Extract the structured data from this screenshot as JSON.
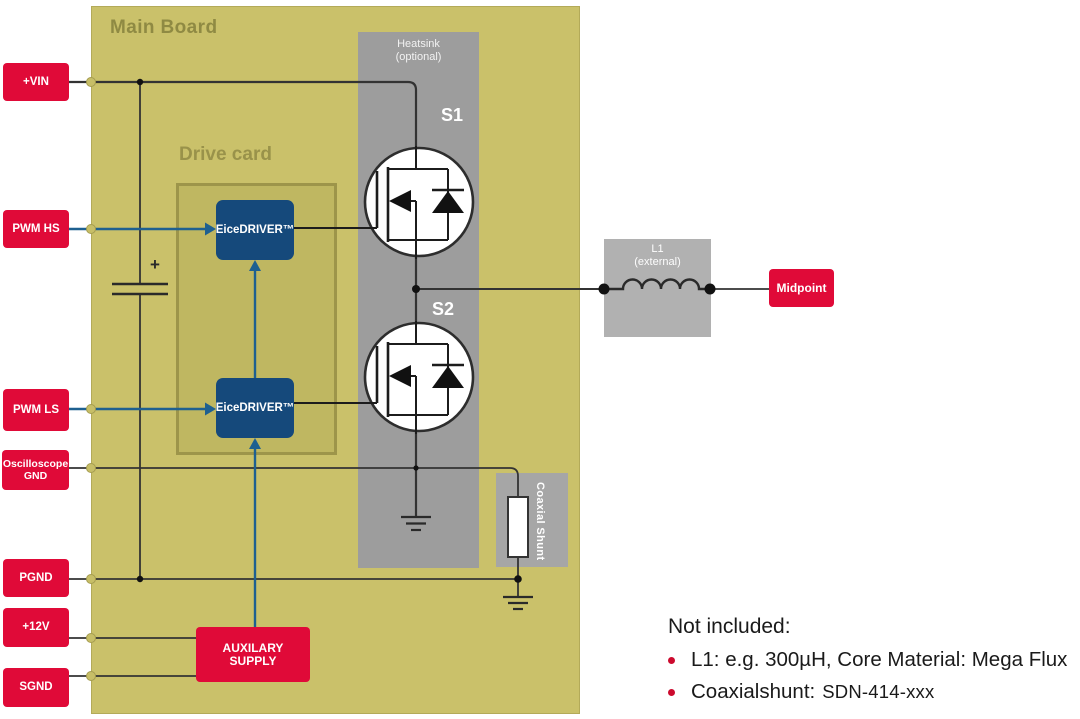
{
  "diagram": {
    "main_board": {
      "title": "Main Board"
    },
    "drive_card": {
      "title": "Drive card"
    },
    "heatsink": {
      "line1": "Heatsink",
      "line2": "(optional)"
    },
    "inductor": {
      "line1": "L1",
      "line2": "(external)"
    },
    "coaxial_shunt": {
      "label": "Coaxial Shunt"
    },
    "switches": {
      "s1": "S1",
      "s2": "S2"
    },
    "drivers": {
      "high_side": "EiceDRIVER™",
      "low_side": "EiceDRIVER™"
    },
    "aux_supply": {
      "line1": "AUXILARY",
      "line2": "SUPPLY"
    },
    "capacitor_polarity": "+",
    "terminals": {
      "vin": "+VIN",
      "pwm_hs": "PWM HS",
      "pwm_ls": "PWM LS",
      "osc_gnd_line1": "Oscilloscope",
      "osc_gnd_line2": "GND",
      "pgnd": "PGND",
      "v12": "+12V",
      "sgnd": "SGND",
      "midpoint": "Midpoint"
    }
  },
  "notes": {
    "title": "Not included:",
    "bullets": [
      {
        "text": "L1: e.g. 300µH, Core Material: Mega Flux",
        "code": ""
      },
      {
        "text": "Coaxialshunt:",
        "code": "SDN-414-xxx"
      }
    ]
  },
  "colors": {
    "board_fill": "#CAC16A",
    "drive_card_fill": "#BFB761",
    "drive_card_border": "#9D954A",
    "heatsink_gray": "#9D9D9D",
    "inductor_box_gray": "#B1B1B1",
    "shunt_box_gray": "#A6A6A6",
    "terminal_red": "#E00A38",
    "driver_blue": "#15497B",
    "signal_blue": "#1E6090",
    "wire_dark": "#333333",
    "board_title_olive": "#8F8A44",
    "bullet_red": "#CC0A2E"
  }
}
